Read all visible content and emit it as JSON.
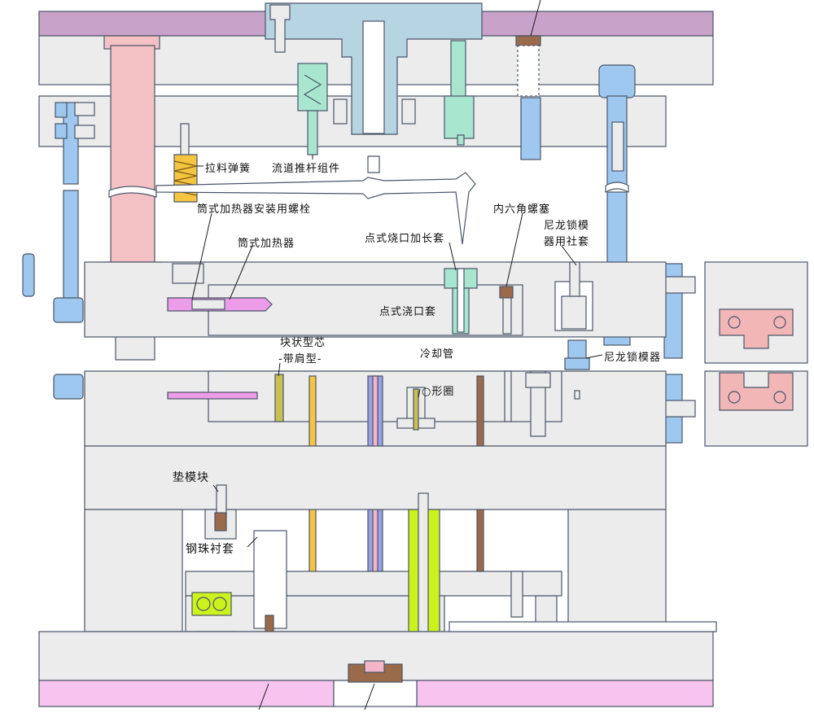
{
  "labels": {
    "pull_spring": "拉料弹簧",
    "runner_ejector": "流道推杆组件",
    "heater_bolt": "筒式加热器安装用螺栓",
    "heater": "筒式加热器",
    "hex_plug": "内六角螺塞",
    "nylon_bush_1": "尼龙锁模",
    "nylon_bush_2": "器用社套",
    "point_gate_ext": "点式烧口加长套",
    "point_gate_sleeve": "点式浇口套",
    "block_core_1": "块状型芯",
    "block_core_2": "-带肩型-",
    "cooling_tube": "冷却管",
    "nylon_lock": "尼龙锁模器",
    "o_ring": "○形圈",
    "pad_block": "垫模块",
    "ball_bush": "钢珠衬套"
  },
  "colors": {
    "plate_fill": "#ececec",
    "outline": "#4a5568",
    "top_clamp": "#c9a2c9",
    "bottom_clamp": "#f6c4ee",
    "guide_pink": "#f4c1c4",
    "blue": "#9ec8ef",
    "steel_blue": "#b7d4e3",
    "green": "#a8e6cf",
    "yellow": "#f5c542",
    "lime": "#ccf21e",
    "brown": "#9b6a4a",
    "violet": "#9aa0e6",
    "magenta": "#ec9ce8",
    "pink_block": "#f2b6b6"
  }
}
